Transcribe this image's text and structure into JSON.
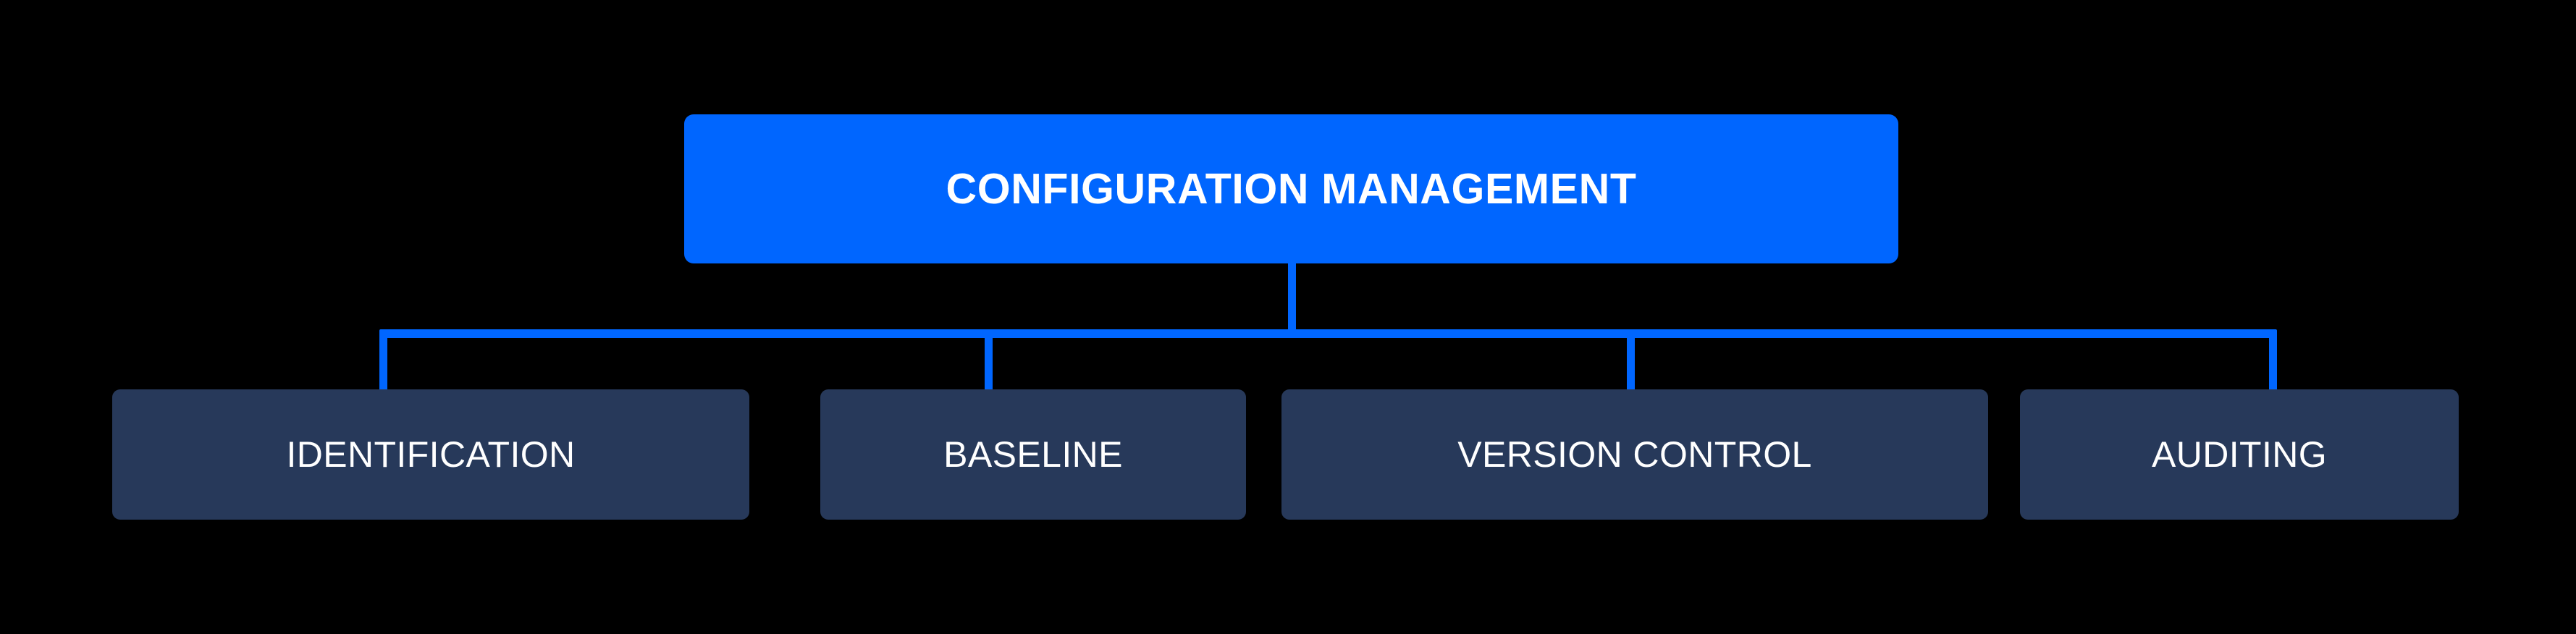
{
  "diagram": {
    "type": "hierarchy-tree",
    "background_color": "#000000",
    "accent_color": "#0066ff",
    "node_color": "#27395a",
    "text_color": "#ffffff",
    "root": {
      "label": "CONFIGURATION MANAGEMENT"
    },
    "children": [
      {
        "label": "IDENTIFICATION"
      },
      {
        "label": "BASELINE"
      },
      {
        "label": "VERSION CONTROL"
      },
      {
        "label": "AUDITING"
      }
    ]
  }
}
